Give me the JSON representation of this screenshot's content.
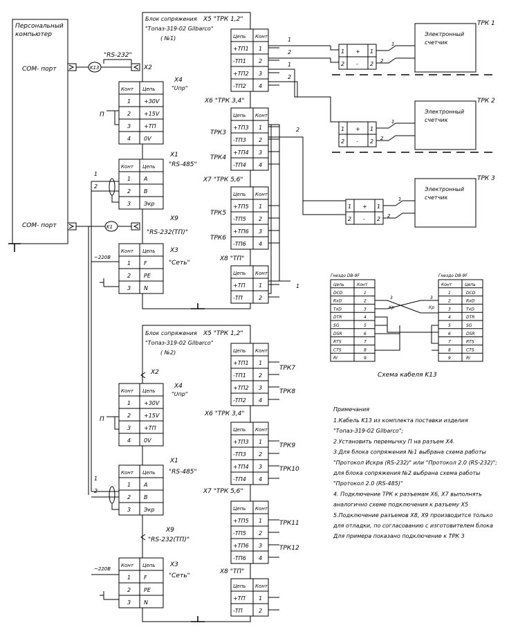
{
  "pc": {
    "title1": "Персональный",
    "title2": "компьютер",
    "com1": "COM- порт",
    "com2": "COM- порт"
  },
  "links": {
    "rs232": "\"RS-232\"",
    "k13": "K13",
    "k1": "K1"
  },
  "bus": {
    "w1": "1",
    "w2": "2"
  },
  "misc": {
    "jumper": "П",
    "mains": "~220В"
  },
  "wires": {
    "n1": "1",
    "n2": "2"
  },
  "block1": {
    "title1": "Блок сопряжения",
    "title2": "\"Топаз-319-02 Gilbarco\"",
    "title3": "( №1)",
    "x5": "X5 \"ТРК 1,2\"",
    "x2": "X2",
    "x4": "X4",
    "x4sub": "\"Uпр\"",
    "x6": "X6 \"ТРК 3,4\"",
    "x1": "X1",
    "x1sub": "\"RS-485\"",
    "x7": "X7 \"ТРК 5,6\"",
    "x9": "X9",
    "x9sub": "\"RS-232(ТП)\"",
    "x3": "X3",
    "x3sub": "\"Сеть\"",
    "x8": "X8 \"ТП\""
  },
  "block2": {
    "title1": "Блок сопряжения",
    "title2": "\"Топаз-319-02 Gilbarco\"",
    "title3": "( №2)",
    "x5": "X5 \"ТРК 1,2\"",
    "x2": "X2",
    "x4": "X4",
    "x4sub": "\"Uпр\"",
    "x6": "X6 \"ТРК 3,4\"",
    "x1": "X1",
    "x1sub": "\"RS-485\"",
    "x7": "X7 \"ТРК 5,6\"",
    "x9": "X9",
    "x9sub": "\"RS-232(ТП)\"",
    "x3": "X3",
    "x3sub": "\"Сеть\"",
    "x8": "X8 \"ТП\""
  },
  "headers": {
    "cep": "Цепь",
    "kont": "Конт"
  },
  "connectorTables": {
    "trk": [
      [
        "+ТП1",
        "1"
      ],
      [
        "-ТП1",
        "2"
      ],
      [
        "+ТП2",
        "3"
      ],
      [
        "-ТП2",
        "4"
      ]
    ],
    "trk34": [
      [
        "+ТП3",
        "1"
      ],
      [
        "-ТП3",
        "2"
      ],
      [
        "+ТП4",
        "3"
      ],
      [
        "-ТП4",
        "4"
      ]
    ],
    "trk56": [
      [
        "+ТП5",
        "1"
      ],
      [
        "-ТП5",
        "2"
      ],
      [
        "+ТП6",
        "3"
      ],
      [
        "-ТП6",
        "4"
      ]
    ],
    "tp": [
      [
        "+ТП",
        "1"
      ],
      [
        "-ТП",
        "2"
      ]
    ],
    "upr": [
      [
        "1",
        "+30V"
      ],
      [
        "2",
        "+15V"
      ],
      [
        "3",
        "+ТП"
      ],
      [
        "4",
        "0V"
      ]
    ],
    "rs485": [
      [
        "1",
        "A"
      ],
      [
        "2",
        "B"
      ],
      [
        "3",
        "Экр"
      ]
    ],
    "net": [
      [
        "1",
        "F"
      ],
      [
        "2",
        "PE"
      ],
      [
        "3",
        "N"
      ]
    ]
  },
  "trkSide1": [
    "ТРК3",
    "ТРК4",
    "ТРК5",
    "ТРК6"
  ],
  "trkSide2": [
    "ТРК7",
    "ТРК8",
    "ТРК9",
    "ТРК10",
    "ТРК11",
    "ТРК12"
  ],
  "pumps": [
    {
      "name": "ТРК 1",
      "counter1": "Электронный",
      "counter2": "счетчик"
    },
    {
      "name": "ТРК 2",
      "counter1": "Электронный",
      "counter2": "счетчик"
    },
    {
      "name": "ТРК 3",
      "counter1": "Электронный",
      "counter2": "счетчик"
    }
  ],
  "pumpTerm": {
    "plus": "+",
    "minus": "-",
    "p1": "1",
    "p2": "2"
  },
  "k13": {
    "leftTitle": "Гнездо DB-9F",
    "rightTitle": "Гнездо DB-9F",
    "hdrCep": "Цепь",
    "hdrKont": "Конт",
    "left": [
      [
        "DCD",
        "1"
      ],
      [
        "RxD",
        "2"
      ],
      [
        "TxD",
        "3"
      ],
      [
        "DTR",
        "4"
      ],
      [
        "SG",
        "5"
      ],
      [
        "DSR",
        "6"
      ],
      [
        "RTS",
        "7"
      ],
      [
        "CTS",
        "8"
      ],
      [
        "RI",
        "9"
      ]
    ],
    "right": [
      [
        "1",
        "DCD"
      ],
      [
        "2",
        "RxD"
      ],
      [
        "3",
        "TxD"
      ],
      [
        "4",
        "DTR"
      ],
      [
        "5",
        "SG"
      ],
      [
        "6",
        "DSR"
      ],
      [
        "7",
        "RTS"
      ],
      [
        "8",
        "CTS"
      ],
      [
        "9",
        "RI"
      ]
    ],
    "wireLabels": {
      "a": "3",
      "b": "Кр",
      "c": "3",
      "d": "Кр"
    },
    "caption": "Схема кабеля K13"
  },
  "notes": {
    "title": "Примечания",
    "lines": [
      "1.Кабель K13 из комплекта поставки изделия",
      "\"Топаз-319-02 Gilbarco\";",
      "2.Установить перемычку П на разъем X4.",
      "3.Для блока сопряжения №1 выбрана схема работы",
      "\"Протокол Искра (RS-232)\" или \"Протокол 2.0 (RS-232)\";",
      "для блока сопряжения №2 выбрана схема работы",
      "\"Протокол 2.0 (RS-485)\"",
      "4. Подключение ТРК к разъемам X6, X7 выполнять",
      "аналогично схеме подключения к разъему X5",
      "5.Подключение разъемов X8, X9 производится только",
      "для отладки, по согласованию с изготовителем блока",
      "Для примера показано подключение к ТРК 3"
    ]
  }
}
